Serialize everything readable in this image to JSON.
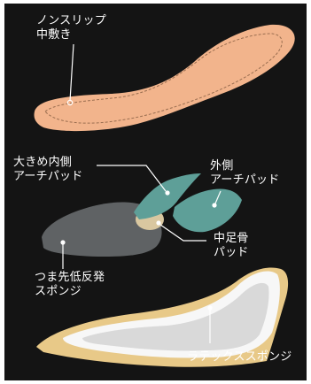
{
  "labels": {
    "nonslip": "ノンスリップ\n中敷き",
    "inner_arch": "大きめ内側\nアーチパッド",
    "outer_arch": "外側\nアーチパッド",
    "metatarsal": "中足骨\nパッド",
    "toe_sponge": "つま先低反発\nスポンジ",
    "latex": "ラテックススポンジ"
  },
  "colors": {
    "background": "#141414",
    "insole": "#f2b48c",
    "toe_pad": "#5f6264",
    "arch_pad": "#5e9f98",
    "metatarsal_pad": "#d9c7a0",
    "latex_sponge": "#d9d9d9",
    "latex_rim": "#f7f7f7",
    "shoe_sole": "#e8c988",
    "leader": "#ffffff"
  }
}
